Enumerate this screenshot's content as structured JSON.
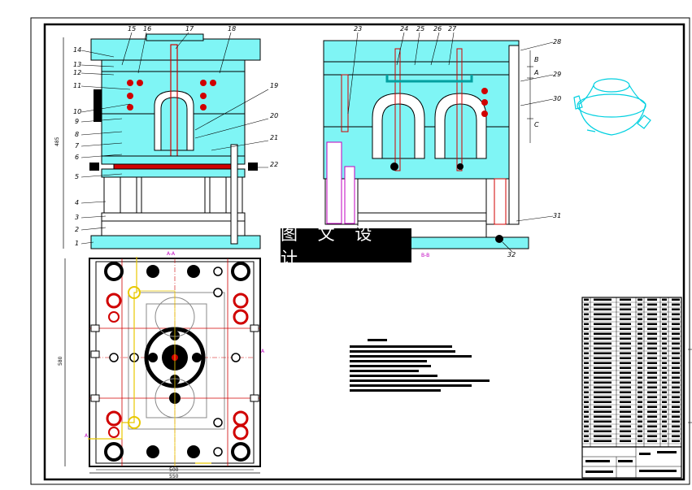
{
  "watermark": "图 文 设 计",
  "part_labels_left": [
    "14",
    "13",
    "12",
    "11",
    "10",
    "9",
    "8",
    "7",
    "6",
    "5",
    "4",
    "3",
    "2",
    "1"
  ],
  "part_labels_top_left": [
    "15",
    "16",
    "17",
    "18"
  ],
  "part_labels_right_left_view": [
    "19",
    "20",
    "21",
    "22"
  ],
  "part_labels_top_right": [
    "23",
    "24",
    "25",
    "26",
    "27",
    "28"
  ],
  "part_labels_right": [
    "29",
    "30",
    "31",
    "32"
  ],
  "section_marks": {
    "B": "B",
    "A": "A",
    "C": "C",
    "aa": "A-A",
    "bb": "B-B",
    "a": "A"
  },
  "dimensions": {
    "front_height": "485",
    "plan_height": "580",
    "plan_width_1": "500",
    "plan_width_2": "550"
  },
  "colors": {
    "cyan": "#7ff5f5",
    "cyan_dark": "#00c8c8",
    "red": "#d00000",
    "magenta": "#c000c0",
    "yellow": "#e8c800",
    "frame": "#000000"
  }
}
